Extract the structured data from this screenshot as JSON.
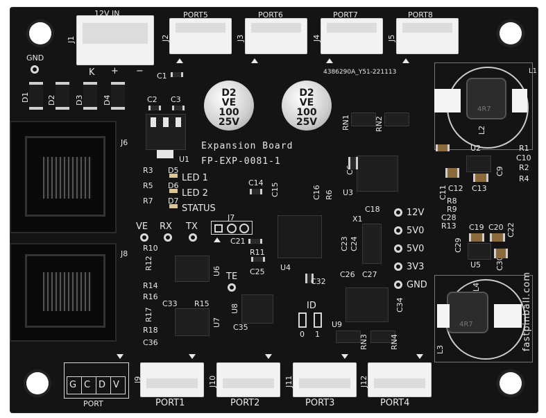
{
  "silkscreen": {
    "j1": "J1",
    "twelve_v_in": "12V IN",
    "k": "K",
    "plus": "+",
    "minus": "−",
    "j2": "J2",
    "j3": "J3",
    "j4": "J4",
    "j5": "J5",
    "port5": "PORT5",
    "port6": "PORT6",
    "port7": "PORT7",
    "port8": "PORT8",
    "gnd_top": "GND",
    "d1": "D1",
    "d2": "D2",
    "d3": "D3",
    "d4": "D4",
    "c1": "C1",
    "c2": "C2",
    "c3": "C3",
    "u1": "U1",
    "serial": "4386290A_Y51-221113",
    "l1": "L1",
    "l2": "L2",
    "l3": "L3",
    "l4": "L4",
    "rn1": "RN1",
    "rn2": "RN2",
    "rn3": "RN3",
    "rn4": "RN4",
    "board_title": "Expansion Board",
    "board_model": "FP-EXP-0081-1",
    "j6": "J6",
    "j8": "J8",
    "j7": "J7",
    "j9": "J9",
    "j10": "J10",
    "j11": "J11",
    "j12": "J12",
    "r3": "R3",
    "d5": "D5",
    "led1": "LED 1",
    "r5": "R5",
    "d6": "D6",
    "led2": "LED 2",
    "r7": "R7",
    "d7": "D7",
    "status": "STATUS",
    "c14": "C14",
    "c15": "C15",
    "c16": "C16",
    "r6": "R6",
    "c6": "C6",
    "u3": "U3",
    "u2": "U2",
    "r1": "R1",
    "c10": "C10",
    "r2": "R2",
    "c9": "C9",
    "r4": "R4",
    "c11": "C11",
    "c12": "C12",
    "c13": "C13",
    "ve": "VE",
    "rx": "RX",
    "tx": "TX",
    "r10": "R10",
    "c21": "C21",
    "x1": "X1",
    "c18": "C18",
    "c23": "C23",
    "c24": "C24",
    "c26": "C26",
    "c27": "C27",
    "r11": "R11",
    "c25": "C25",
    "u4": "U4",
    "u6": "U6",
    "r12": "R12",
    "r14": "R14",
    "r16": "R16",
    "c33": "C33",
    "r15": "R15",
    "r17": "R17",
    "r18": "R18",
    "c36": "C36",
    "u7": "U7",
    "te": "TE",
    "u8": "U8",
    "c35": "C35",
    "c32": "C32",
    "id": "ID",
    "id0": "0",
    "id1": "1",
    "u9": "U9",
    "c34": "C34",
    "pin_12v": "12V",
    "pin_5v0_a": "5V0",
    "pin_5v0_b": "5V0",
    "pin_3v3": "3V3",
    "pin_gnd": "GND",
    "r8": "R8",
    "r9": "R9",
    "c28": "C28",
    "r13": "R13",
    "c19": "C19",
    "c20": "C20",
    "c22": "C22",
    "c29": "C29",
    "c30": "C30",
    "u5": "U5",
    "website": "fastpinball.com",
    "port_g": "G",
    "port_c": "C",
    "port_d": "D",
    "port_v": "V",
    "port_label": "PORT",
    "port1": "PORT1",
    "port2": "PORT2",
    "port3": "PORT3",
    "port4": "PORT4"
  },
  "capacitors": {
    "c_left": {
      "line1": "D2",
      "line2": "VE",
      "line3": "100",
      "line4": "25V"
    },
    "c_right": {
      "line1": "D2",
      "line2": "VE",
      "line3": "100",
      "line4": "25V"
    }
  },
  "inductors": {
    "l2_mark": "4R7",
    "l4_mark": "4R7"
  },
  "colors": {
    "board": "#141414",
    "silkscreen": "#e8e8e8",
    "connector": "#f2f2f2"
  }
}
